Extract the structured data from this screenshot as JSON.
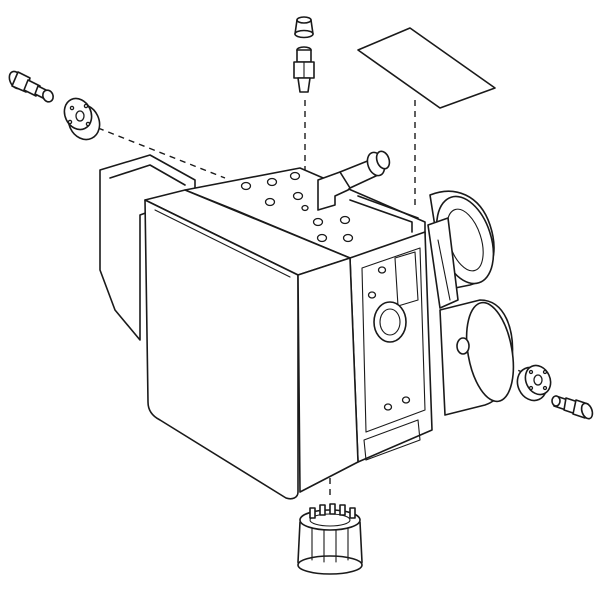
{
  "diagram": {
    "style": "isometric exploded line drawing",
    "line_color": "#1a1a1a",
    "background": "#ffffff",
    "parts": [
      "actuator-body",
      "mounting-bracket",
      "hydraulic-block",
      "pump-motor",
      "elbow-fitting",
      "bleeder-cap",
      "bleeder-plug",
      "label-plate",
      "left-cushion",
      "left-bolt",
      "right-cushion",
      "right-bolt",
      "bottom-connector"
    ]
  }
}
